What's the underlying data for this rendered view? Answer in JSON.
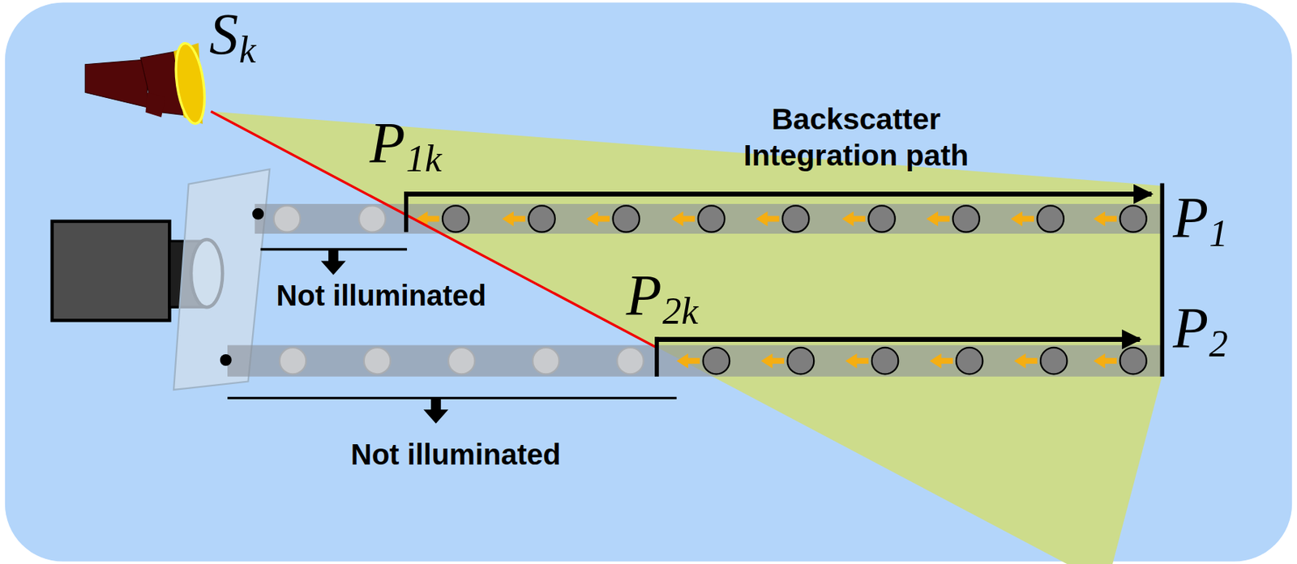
{
  "diagram": {
    "labels": [
      "S",
      "k",
      "P",
      "1k",
      "P",
      "1",
      "P",
      "2k",
      "P",
      "2",
      "Backscatter Integration path",
      "Not illuminated",
      "Not illuminated"
    ]
  }
}
